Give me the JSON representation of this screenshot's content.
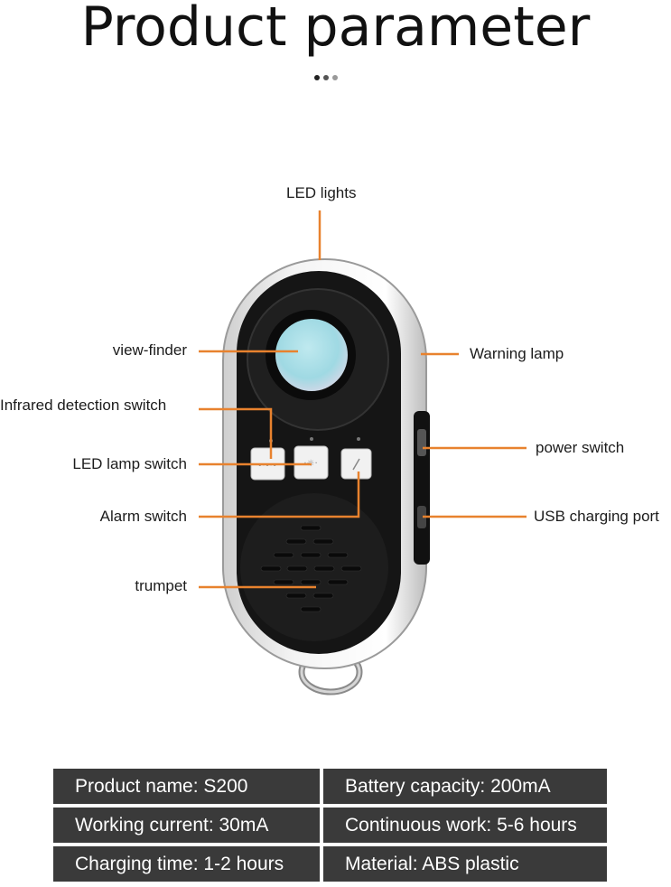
{
  "title": "Product parameter",
  "colors": {
    "leader": "#e8822e",
    "panel": "#3a3a3a",
    "dot_active": "#222222",
    "dot_inactive": "#9a9a9a"
  },
  "pager": {
    "count": 3,
    "active": 0
  },
  "labels": {
    "led_lights": "LED lights",
    "view_finder": "view-finder",
    "warning_lamp": "Warning lamp",
    "infrared_switch": "Infrared detection switch",
    "power_switch": "power switch",
    "led_lamp_switch": "LED lamp switch",
    "alarm_switch": "Alarm switch",
    "usb_port": "USB charging port",
    "trumpet": "trumpet"
  },
  "specs": [
    [
      "Product name: S200",
      "Battery capacity: 200mA"
    ],
    [
      "Working current: 30mA",
      "Continuous work: 5-6 hours"
    ],
    [
      "Charging time: 1-2 hours",
      "Material: ABS plastic"
    ]
  ]
}
